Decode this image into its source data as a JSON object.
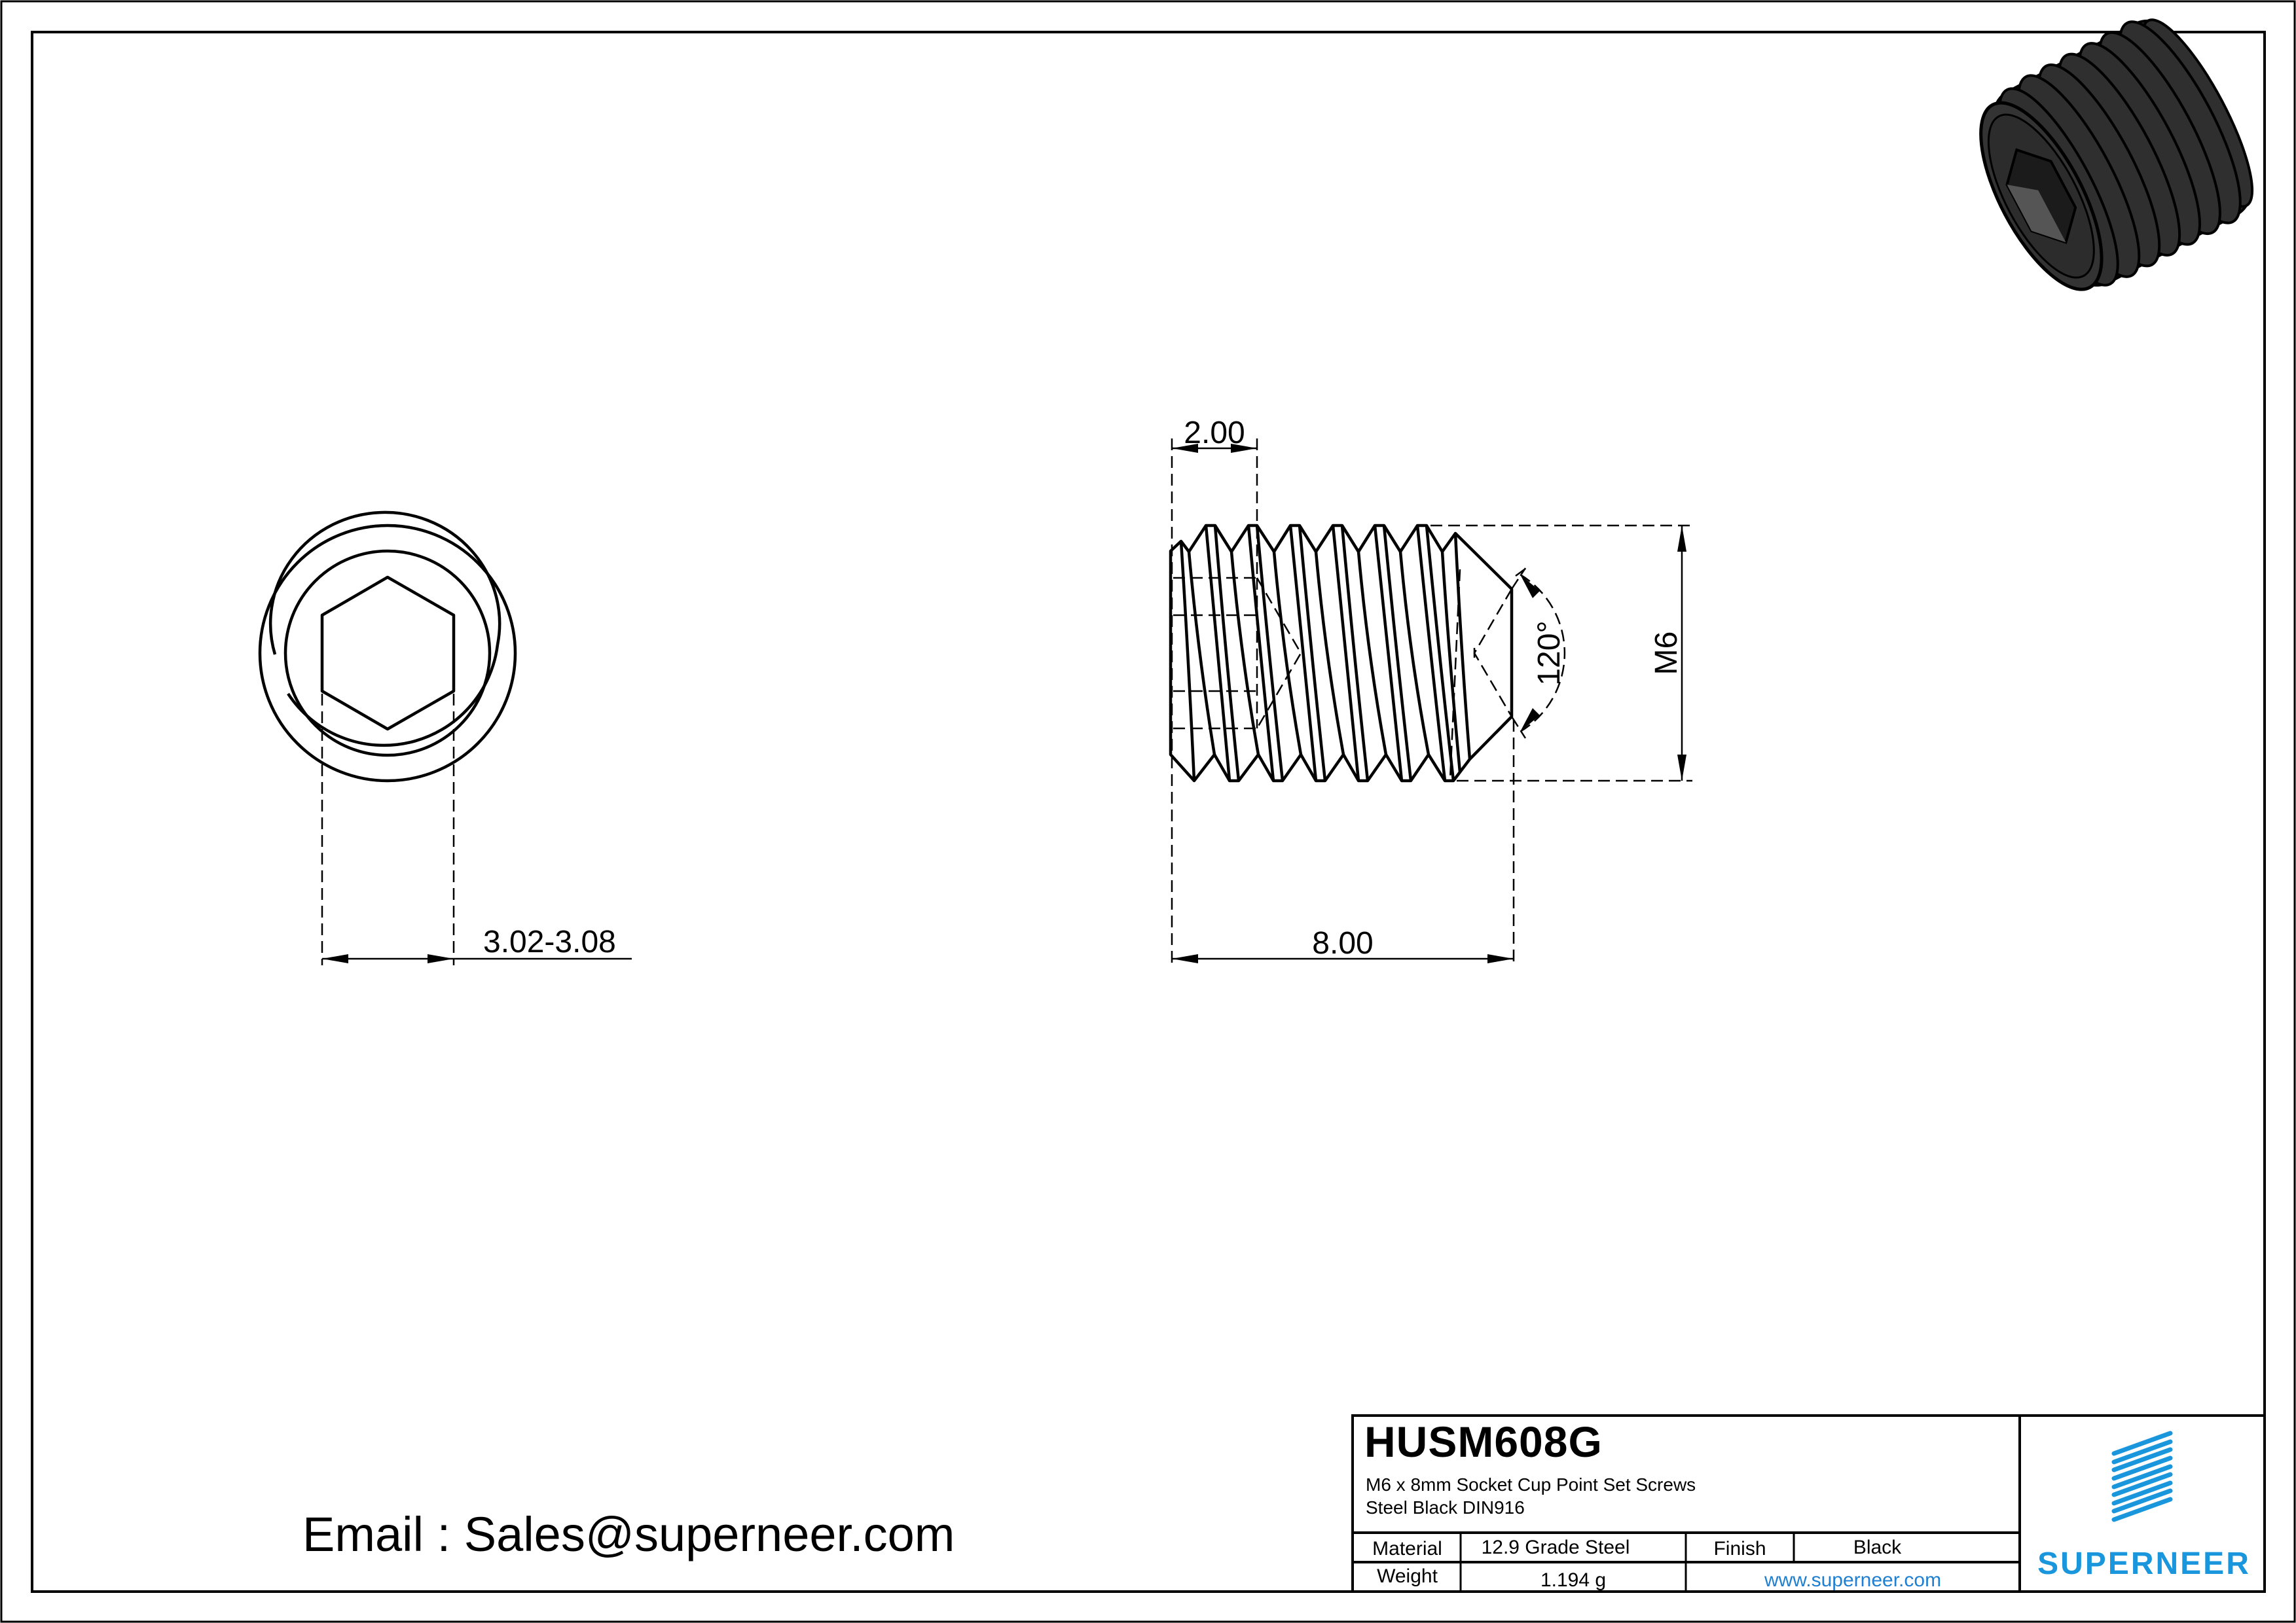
{
  "drawing": {
    "front_view": {
      "hex_width_dimension": "3.02-3.08"
    },
    "side_view": {
      "socket_depth_dimension": "2.00",
      "length_dimension": "8.00",
      "thread_dimension": "M6",
      "cup_angle_dimension": "120°"
    }
  },
  "contact": {
    "email_line": "Email : Sales@superneer.com"
  },
  "title_block": {
    "part_number": "HUSM608G",
    "description_line1": "M6 x 8mm Socket Cup Point Set Screws",
    "description_line2": "Steel Black DIN916",
    "material_label": "Material",
    "material_value": "12.9 Grade Steel",
    "finish_label": "Finish",
    "finish_value": "Black",
    "weight_label": "Weight",
    "weight_value": "1.194 g",
    "website": "www.superneer.com",
    "brand_name": "SUPERNEER"
  },
  "colors": {
    "brand_blue": "#1a96dc",
    "link_blue": "#1f7fd1",
    "screw_render": "#2b2b2b"
  }
}
